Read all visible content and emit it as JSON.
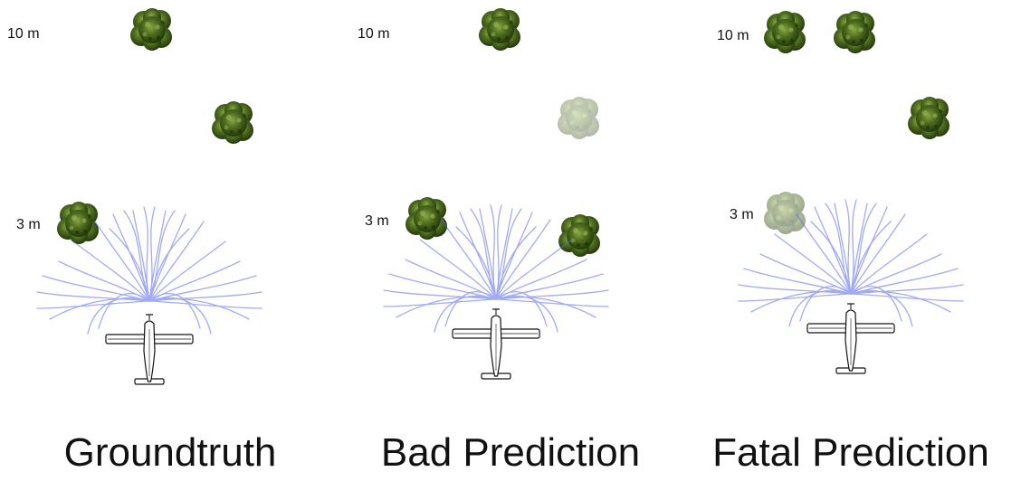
{
  "panels": [
    {
      "caption": "Groundtruth",
      "distance_labels": [
        "10 m",
        "3 m"
      ],
      "trees": [
        {
          "role": "far-left-obstacle",
          "opacity": 1
        },
        {
          "role": "mid-right-obstacle",
          "opacity": 1
        },
        {
          "role": "near-left-obstacle",
          "opacity": 1
        }
      ]
    },
    {
      "caption": "Bad Prediction",
      "distance_labels": [
        "10 m",
        "3 m"
      ],
      "trees": [
        {
          "role": "far-left-obstacle",
          "opacity": 1
        },
        {
          "role": "mid-right-obstacle-faded",
          "opacity": 0.35
        },
        {
          "role": "near-left-obstacle",
          "opacity": 1
        },
        {
          "role": "near-right-obstacle-spurious",
          "opacity": 1
        }
      ]
    },
    {
      "caption": "Fatal Prediction",
      "distance_labels": [
        "10 m",
        "3 m"
      ],
      "trees": [
        {
          "role": "far-left-obstacle",
          "opacity": 1
        },
        {
          "role": "far-right-obstacle-spurious",
          "opacity": 1
        },
        {
          "role": "mid-right-obstacle",
          "opacity": 1
        },
        {
          "role": "near-left-obstacle-missed",
          "opacity": 0.45
        }
      ]
    }
  ],
  "colors": {
    "tree_dark": "#2f4a12",
    "tree_mid": "#4f6f1f",
    "tree_light": "#8aa644",
    "trajectory": "#5566ee",
    "airplane_fill": "#ffffff",
    "airplane_stroke": "#111111"
  },
  "icons": {
    "tree": "tree-icon",
    "airplane": "airplane-icon",
    "trajectory": "trajectory-fan"
  }
}
